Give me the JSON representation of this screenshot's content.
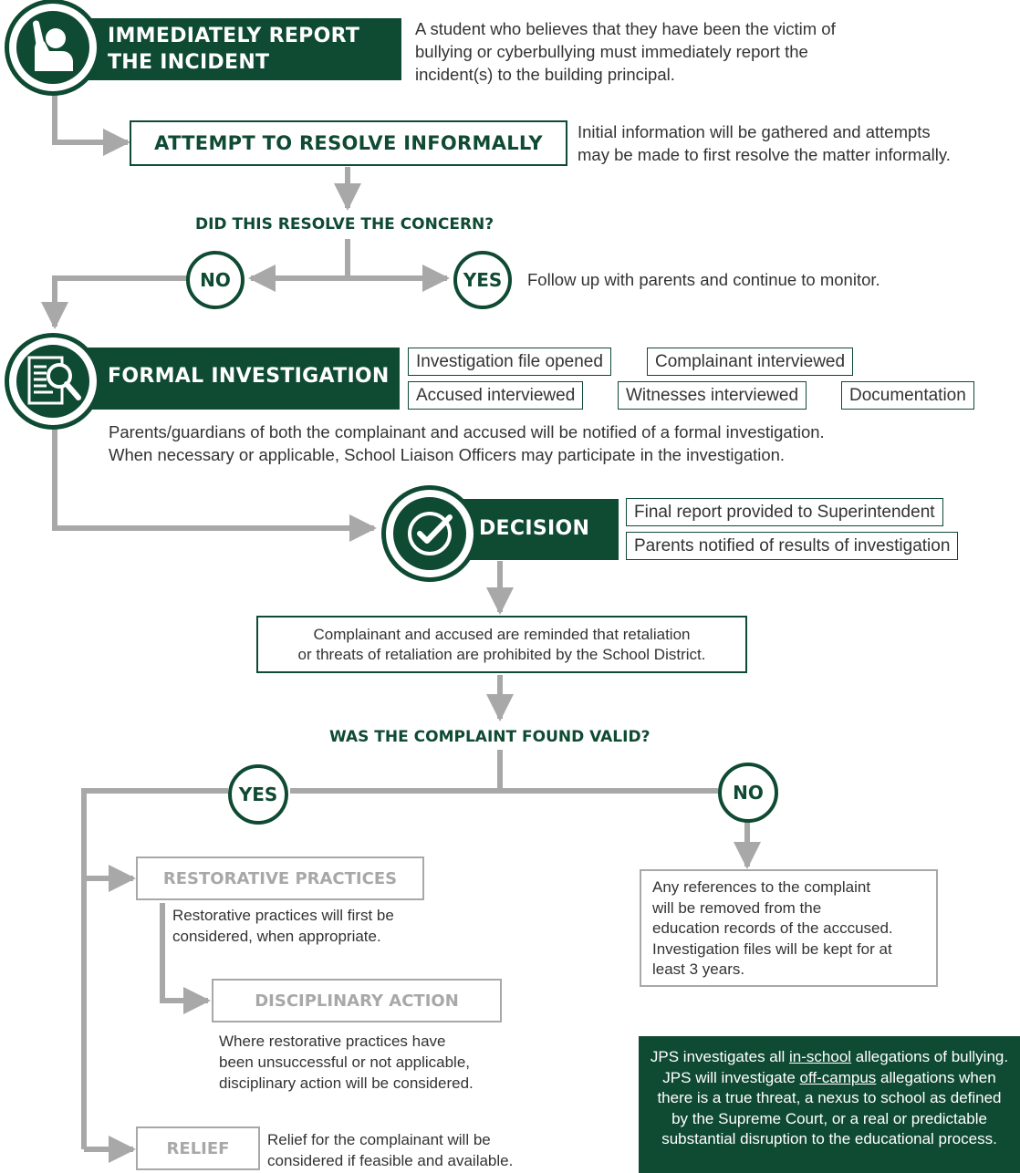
{
  "colors": {
    "green": "#0f4a33",
    "gray": "#a8a8a8",
    "text": "#333333"
  },
  "step1": {
    "title_line1": "IMMEDIATELY REPORT",
    "title_line2": "THE INCIDENT",
    "icon": "raised-hand-icon",
    "text_lines": [
      "A student who believes that they have been the victim of",
      "bullying or cyberbullying must immediately report the",
      "incident(s) to the building principal."
    ]
  },
  "step2": {
    "title": "ATTEMPT TO RESOLVE INFORMALLY",
    "text_lines": [
      "Initial information will be gathered and attempts",
      "may be made to first resolve the matter informally."
    ]
  },
  "question1": {
    "text": "DID THIS RESOLVE THE CONCERN?",
    "no": "NO",
    "yes": "YES",
    "yes_text": "Follow up with parents and continue to monitor."
  },
  "step3": {
    "title": "FORMAL INVESTIGATION",
    "icon": "document-search-icon",
    "tags_row1": [
      "Investigation file opened",
      "Complainant interviewed"
    ],
    "tags_row2": [
      "Accused interviewed",
      "Witnesses interviewed",
      "Documentation"
    ],
    "text_lines": [
      "Parents/guardians of both the complainant and accused will be notified of a formal investigation.",
      "When necessary or applicable, School Liaison Officers may participate in the investigation."
    ]
  },
  "step4": {
    "title": "DECISION",
    "icon": "checkmark-icon",
    "tags": [
      "Final report provided to Superintendent",
      "Parents notified of results of investigation"
    ]
  },
  "retaliation": {
    "lines": [
      "Complainant and accused are reminded that retaliation",
      "or threats of retaliation are prohibited by the School District."
    ]
  },
  "question2": {
    "text": "WAS THE COMPLAINT FOUND VALID?",
    "yes": "YES",
    "no": "NO"
  },
  "restorative": {
    "title": "RESTORATIVE PRACTICES",
    "text_lines": [
      "Restorative practices will first be",
      "considered, when appropriate."
    ]
  },
  "disciplinary": {
    "title": "DISCIPLINARY ACTION",
    "text_lines": [
      "Where restorative practices have",
      "been unsuccessful or not applicable,",
      "disciplinary action will be considered."
    ]
  },
  "relief": {
    "title": "RELIEF",
    "text_lines": [
      "Relief for the complainant will be",
      "considered if feasible and available."
    ]
  },
  "no_outcome": {
    "text_lines": [
      "Any references to the complaint",
      "will be removed from the",
      "education records of the acccused.",
      "Investigation files will be kept for at",
      "least 3 years."
    ]
  },
  "note": {
    "part1": "JPS investigates all ",
    "link1": "in-school",
    "part2": " allegations of bullying. JPS will investigate ",
    "link2": "off-campus",
    "part3": " allegations when there is a true threat, a nexus to school as defined by the Supreme Court, or a real or predictable substantial disruption to the educational process."
  }
}
